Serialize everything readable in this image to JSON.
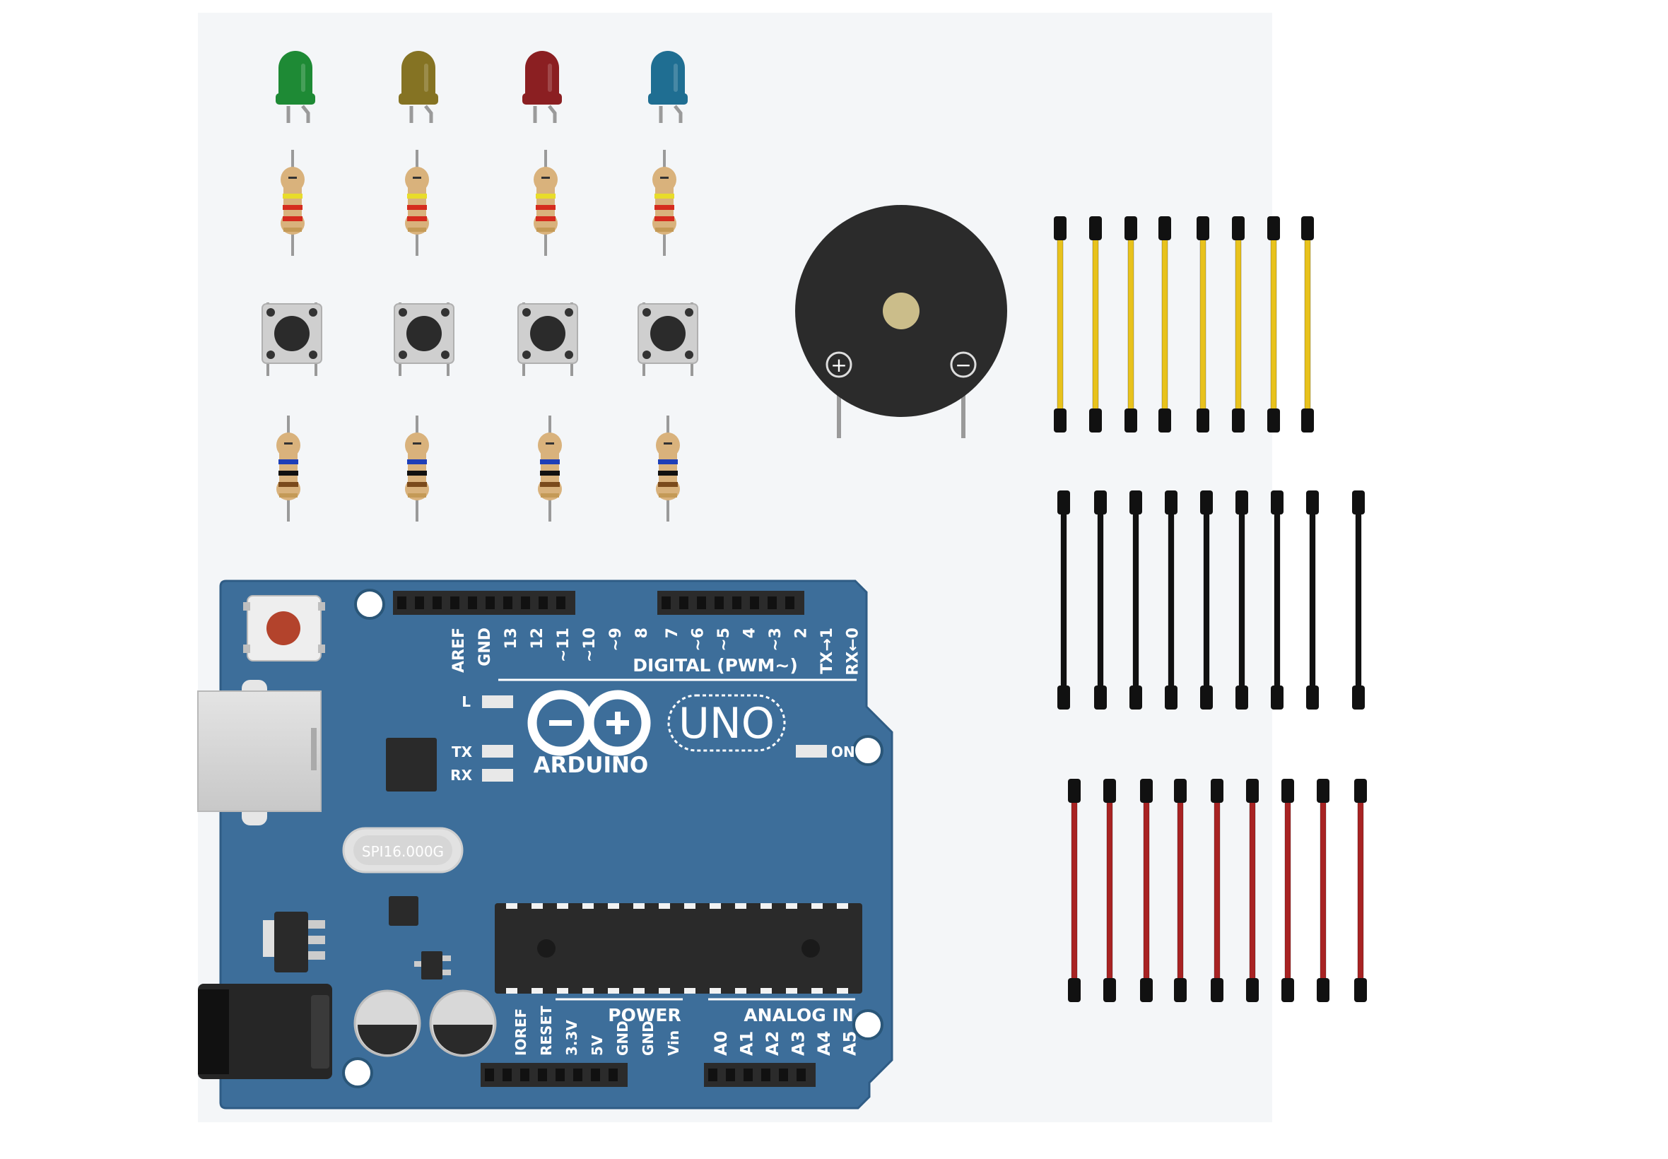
{
  "colors": {
    "canvas": "#f4f6f8",
    "board": "#3d6e9a",
    "board_edge": "#2f5c85",
    "header": "#2b2b2b",
    "led": [
      "#1e8a35",
      "#857323",
      "#8b1f22",
      "#1f6e92"
    ],
    "wire_yellow": "#e8c21c",
    "wire_black": "#111111",
    "wire_red": "#a82323",
    "buzzer": "#2b2b2b",
    "buzzer_center": "#cbbd8a"
  },
  "components": {
    "leds": [
      {
        "name": "green-led",
        "color": "#1e8a35"
      },
      {
        "name": "yellow-led",
        "color": "#857323"
      },
      {
        "name": "red-led",
        "color": "#8b1f22"
      },
      {
        "name": "blue-led",
        "color": "#1f6e92"
      }
    ],
    "resistor_bands_top": [
      "#e8dc2a",
      "#d52b1e",
      "#d52b1e"
    ],
    "resistor_bands_bottom": [
      "#1e3fb8",
      "#111111",
      "#7a4a1c"
    ],
    "buttons_count": 4,
    "buzzer": {
      "plus_label": "+",
      "minus_label": "−"
    }
  },
  "wires": {
    "yellow": {
      "color": "#e8c21c",
      "count": 8
    },
    "black": {
      "color": "#111111",
      "count": 9
    },
    "red": {
      "color": "#a82323",
      "count": 9
    }
  },
  "arduino": {
    "logo_text": "ARDUINO",
    "model": "UNO",
    "crystal_text": "SPI16.000G",
    "digital_label": "DIGITAL (PWM~)",
    "power_label": "POWER",
    "analog_label": "ANALOG IN",
    "led_labels": {
      "l": "L",
      "tx": "TX",
      "rx": "RX",
      "on": "ON"
    },
    "digital_pins_left": [
      "AREF",
      "GND",
      "13",
      "12",
      "~11",
      "~10",
      "~9",
      "8"
    ],
    "digital_pins_right": [
      "7",
      "~6",
      "~5",
      "4",
      "~3",
      "2",
      "TX→1",
      "RX←0"
    ],
    "power_pins": [
      "IOREF",
      "RESET",
      "3.3V",
      "5V",
      "GND",
      "GND",
      "Vin"
    ],
    "analog_pins": [
      "A0",
      "A1",
      "A2",
      "A3",
      "A4",
      "A5"
    ]
  }
}
